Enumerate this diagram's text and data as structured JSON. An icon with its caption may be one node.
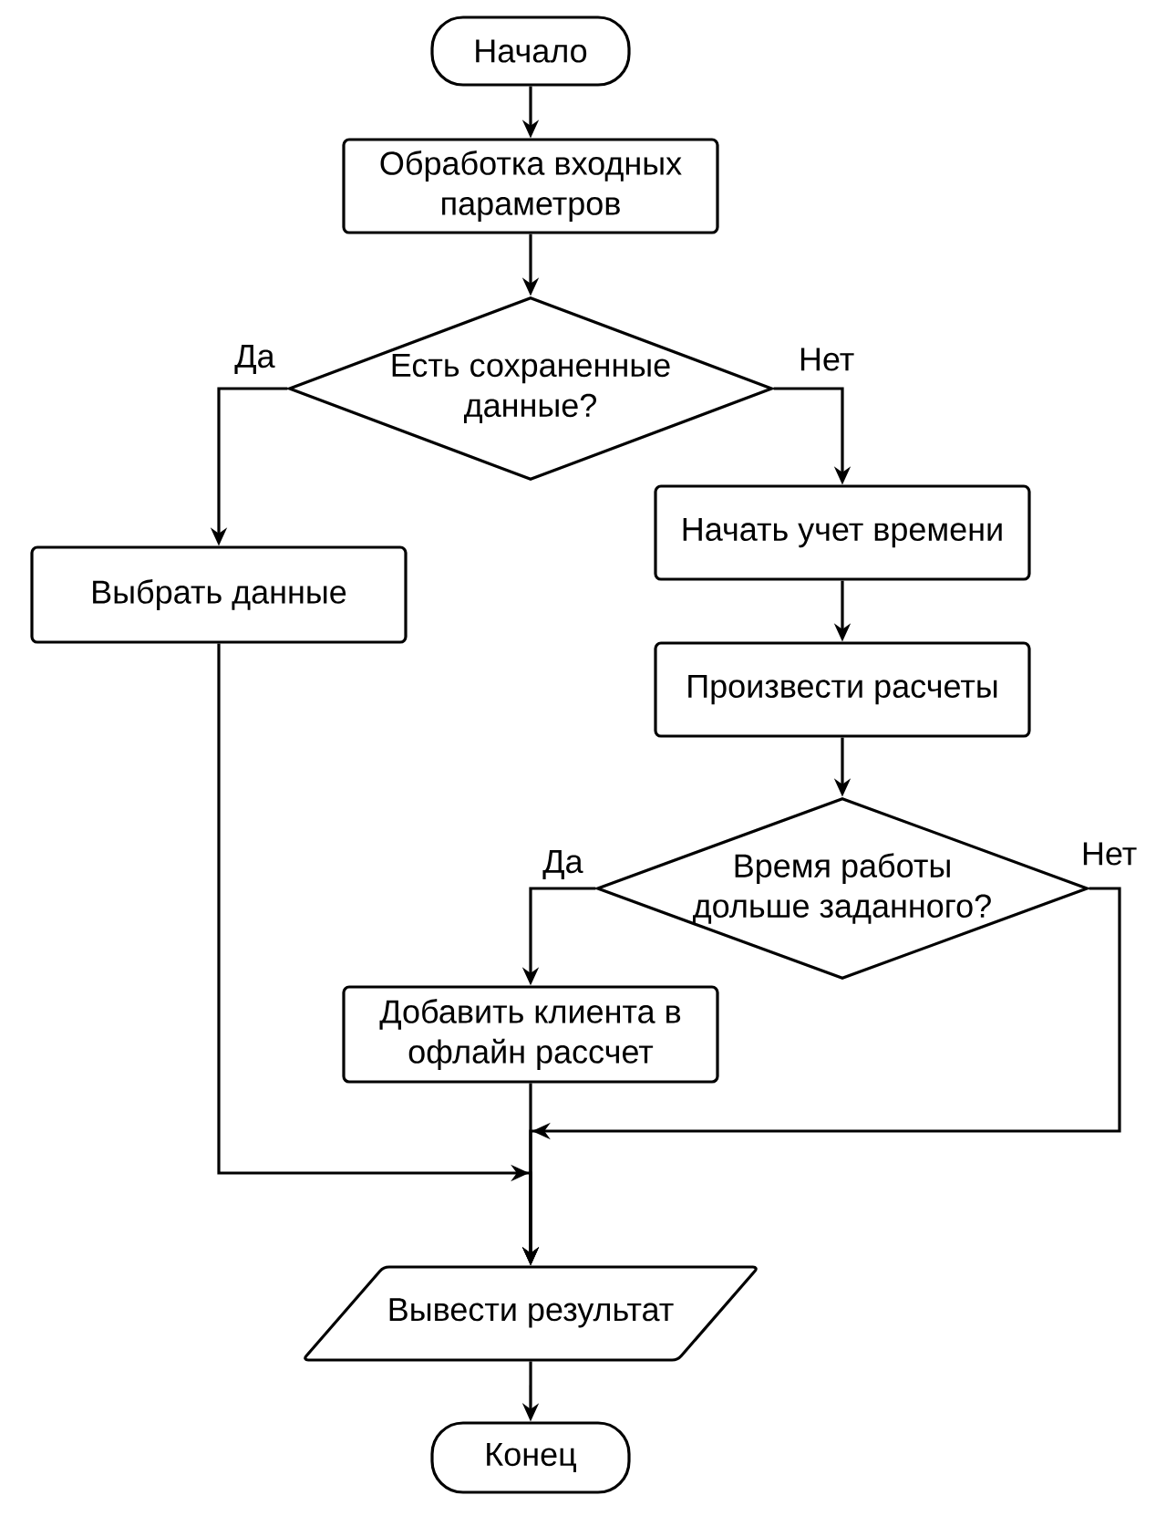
{
  "diagram": {
    "nodes": [
      {
        "text": [
          "Начало"
        ]
      },
      {
        "text": [
          "Обработка входных параметров"
        ]
      },
      {
        "text": [
          "Есть сохраненные данные?"
        ]
      },
      {
        "text": [
          "Выбрать данные"
        ]
      },
      {
        "text": [
          "Начать учет времени"
        ]
      },
      {
        "text": [
          "Произвести расчеты"
        ]
      },
      {
        "text": [
          "Время работы дольше заданного?"
        ]
      },
      {
        "text": [
          "Добавить клиента в офлайн рассчет"
        ]
      },
      {
        "text": [
          "Вывести результат"
        ]
      },
      {
        "text": [
          "Конец"
        ]
      }
    ],
    "edges": [
      {
        "from": 0,
        "to": 1,
        "arrow": "to"
      },
      {
        "from": 1,
        "to": 2,
        "arrow": "to"
      },
      {
        "from": 2,
        "to": 3,
        "arrow": "to",
        "label": "Да"
      },
      {
        "from": 2,
        "to": 4,
        "arrow": "to",
        "label": "Нет"
      },
      {
        "from": 4,
        "to": 5,
        "arrow": "to"
      },
      {
        "from": 5,
        "to": 6,
        "arrow": "to"
      },
      {
        "from": 6,
        "to": 7,
        "arrow": "to",
        "label": "Да"
      },
      {
        "from": 6,
        "to": 8,
        "arrow": "to",
        "label": "Нет"
      },
      {
        "from": 7,
        "to": 8,
        "arrow": "to"
      },
      {
        "from": 3,
        "to": 8,
        "arrow": "to"
      },
      {
        "from": 8,
        "to": 9,
        "arrow": "to"
      }
    ]
  }
}
